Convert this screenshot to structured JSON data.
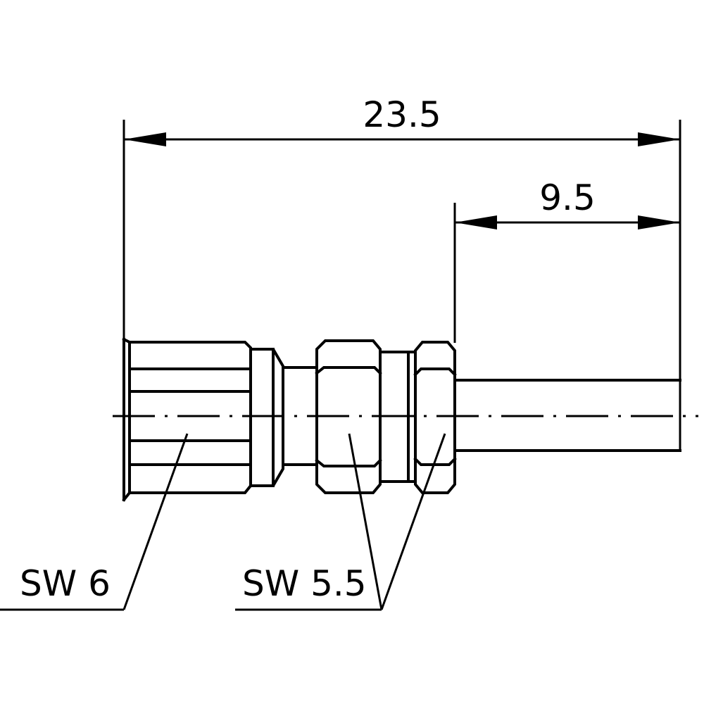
{
  "dimensions": {
    "overall_length": "23.5",
    "rear_length": "9.5"
  },
  "callouts": {
    "front_hex": "SW 6",
    "rear_hex": "SW 5.5"
  },
  "colors": {
    "line": "#000000",
    "background": "#ffffff"
  }
}
